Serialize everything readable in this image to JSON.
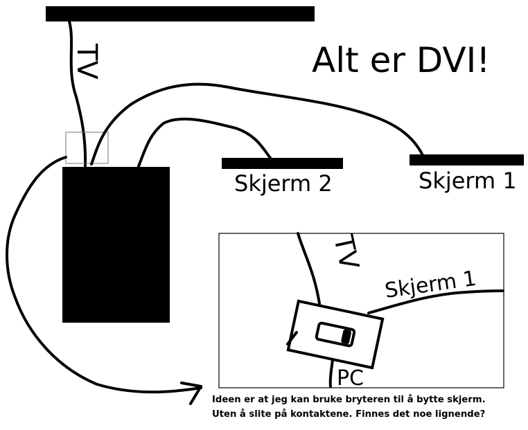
{
  "diagram": {
    "title": "Alt er DVI!",
    "tv_label": "TV",
    "screen2_label": "Skjerm 2",
    "screen1_label": "Skjerm 1",
    "inset": {
      "tv_label": "TV",
      "screen1_label": "Skjerm 1",
      "pc_label": "PC"
    },
    "caption_line1": "Ideen er at jeg kan bruke bryteren til å bytte skjerm.",
    "caption_line2": "Uten å slite på kontaktene. Finnes det noe lignende?"
  }
}
